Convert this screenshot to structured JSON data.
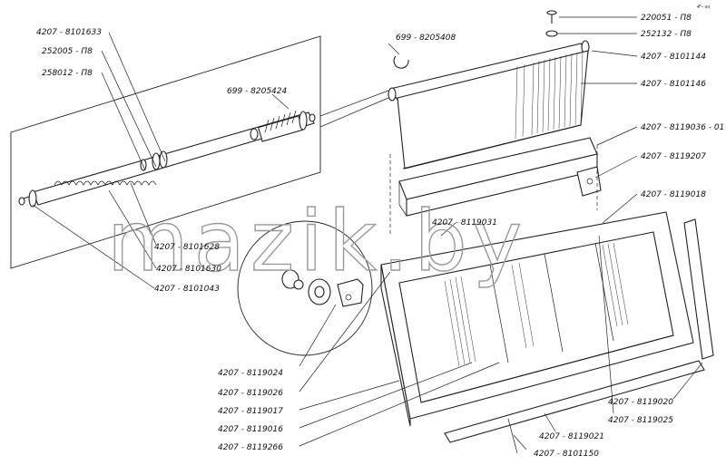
{
  "corner_mark": "4ᵒ‑ ıııı",
  "watermark": "mazik.by",
  "labels": {
    "p220051": "220051 - П8",
    "p252132": "252132 - П8",
    "p8101144": "4207 - 8101144",
    "p8101146": "4207 - 8101146",
    "p8119036": "4207 - 8119036 - 01",
    "p8119207": "4207 - 8119207",
    "p8119018": "4207 - 8119018",
    "p8119031": "4207 - 8119031",
    "p8101633": "4207 - 8101633",
    "p252005": "252005 - П8",
    "p258012": "258012 - П8",
    "p8205408": "699 - 8205408",
    "p8205424": "699 - 8205424",
    "p8101628": "4207 - 8101628",
    "p8101630": "4207 - 8101630",
    "p8101043": "4207 - 8101043",
    "p8119024": "4207 - 8119024",
    "p8119026": "4207 - 8119026",
    "p8119017": "4207 - 8119017",
    "p8119016": "4207 - 8119016",
    "p8119266": "4207 - 8119266",
    "p8119020": "4207 - 8119020",
    "p8119025": "4207 - 8119025",
    "p8119021": "4207 - 8119021",
    "p8101150": "4207 - 8101150"
  }
}
